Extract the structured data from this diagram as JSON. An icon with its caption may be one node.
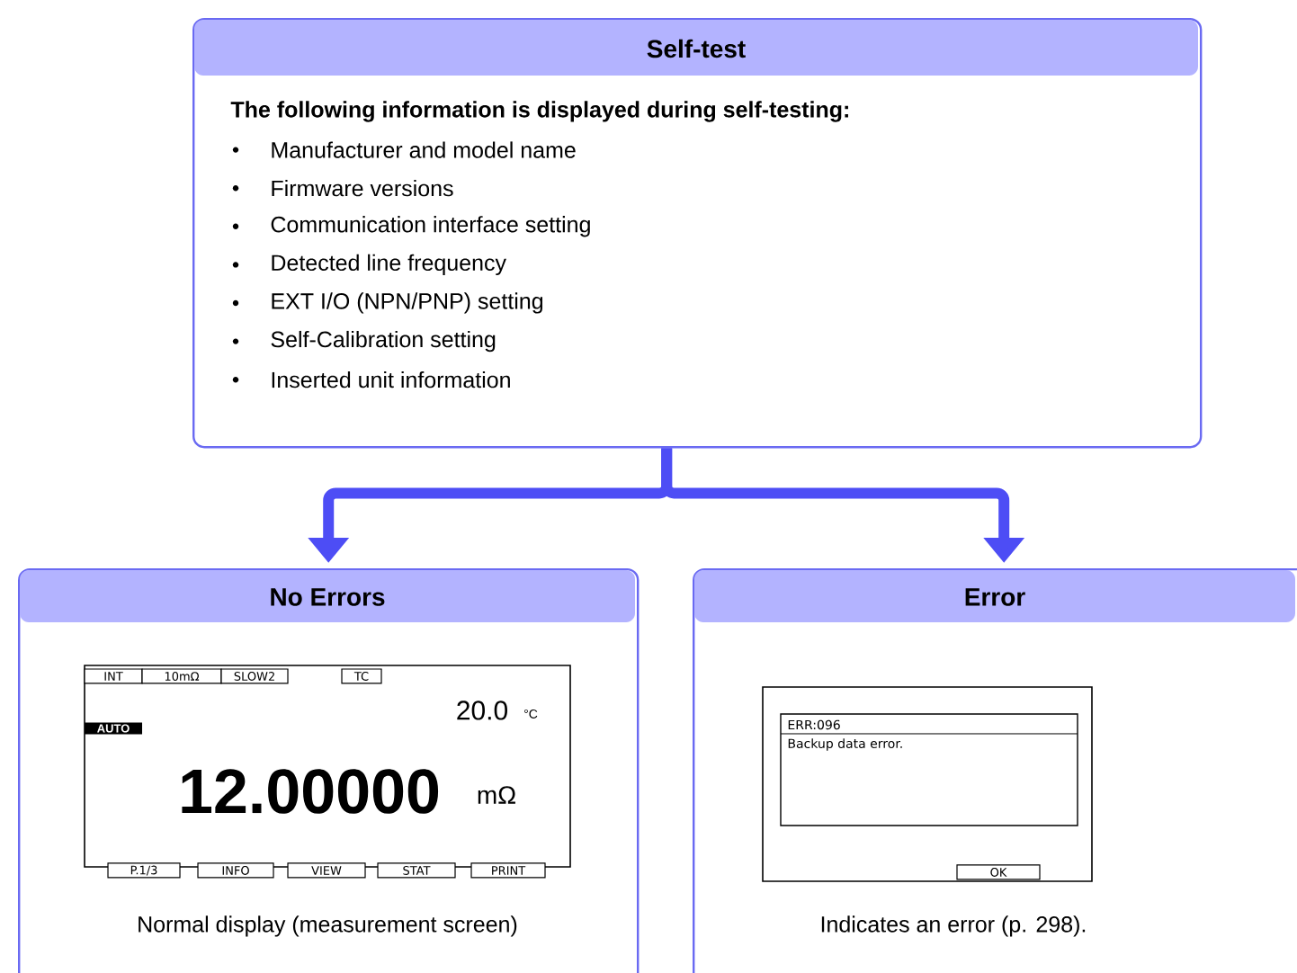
{
  "diagram": {
    "nodes": [
      {
        "text": [
          "Self-test",
          "The following information is displayed during self-testing:",
          "Manufacturer and model name",
          "Firmware versions",
          "Communication interface setting",
          "Detected line frequency",
          "EXT I/O (NPN/PNP) setting",
          "Self-Calibration setting",
          "Inserted unit information"
        ]
      },
      {
        "text": [
          "No Errors",
          "Normal display (measurement screen)"
        ]
      },
      {
        "text": [
          "Error",
          "Indicates an error (p. 298)."
        ]
      }
    ],
    "edges": [
      {
        "from": 0,
        "to": 1,
        "arrow": "to"
      },
      {
        "from": 0,
        "to": 2,
        "arrow": "to"
      }
    ],
    "labels": [
      "INT",
      "10mΩ",
      "SLOW2",
      "TC",
      "AUTO",
      "20.0",
      "°C",
      "12.00000",
      "mΩ",
      "P.1/3",
      "INFO",
      "VIEW",
      "STAT",
      "PRINT",
      "ERR:096",
      "Backup data error.",
      "OK"
    ]
  }
}
